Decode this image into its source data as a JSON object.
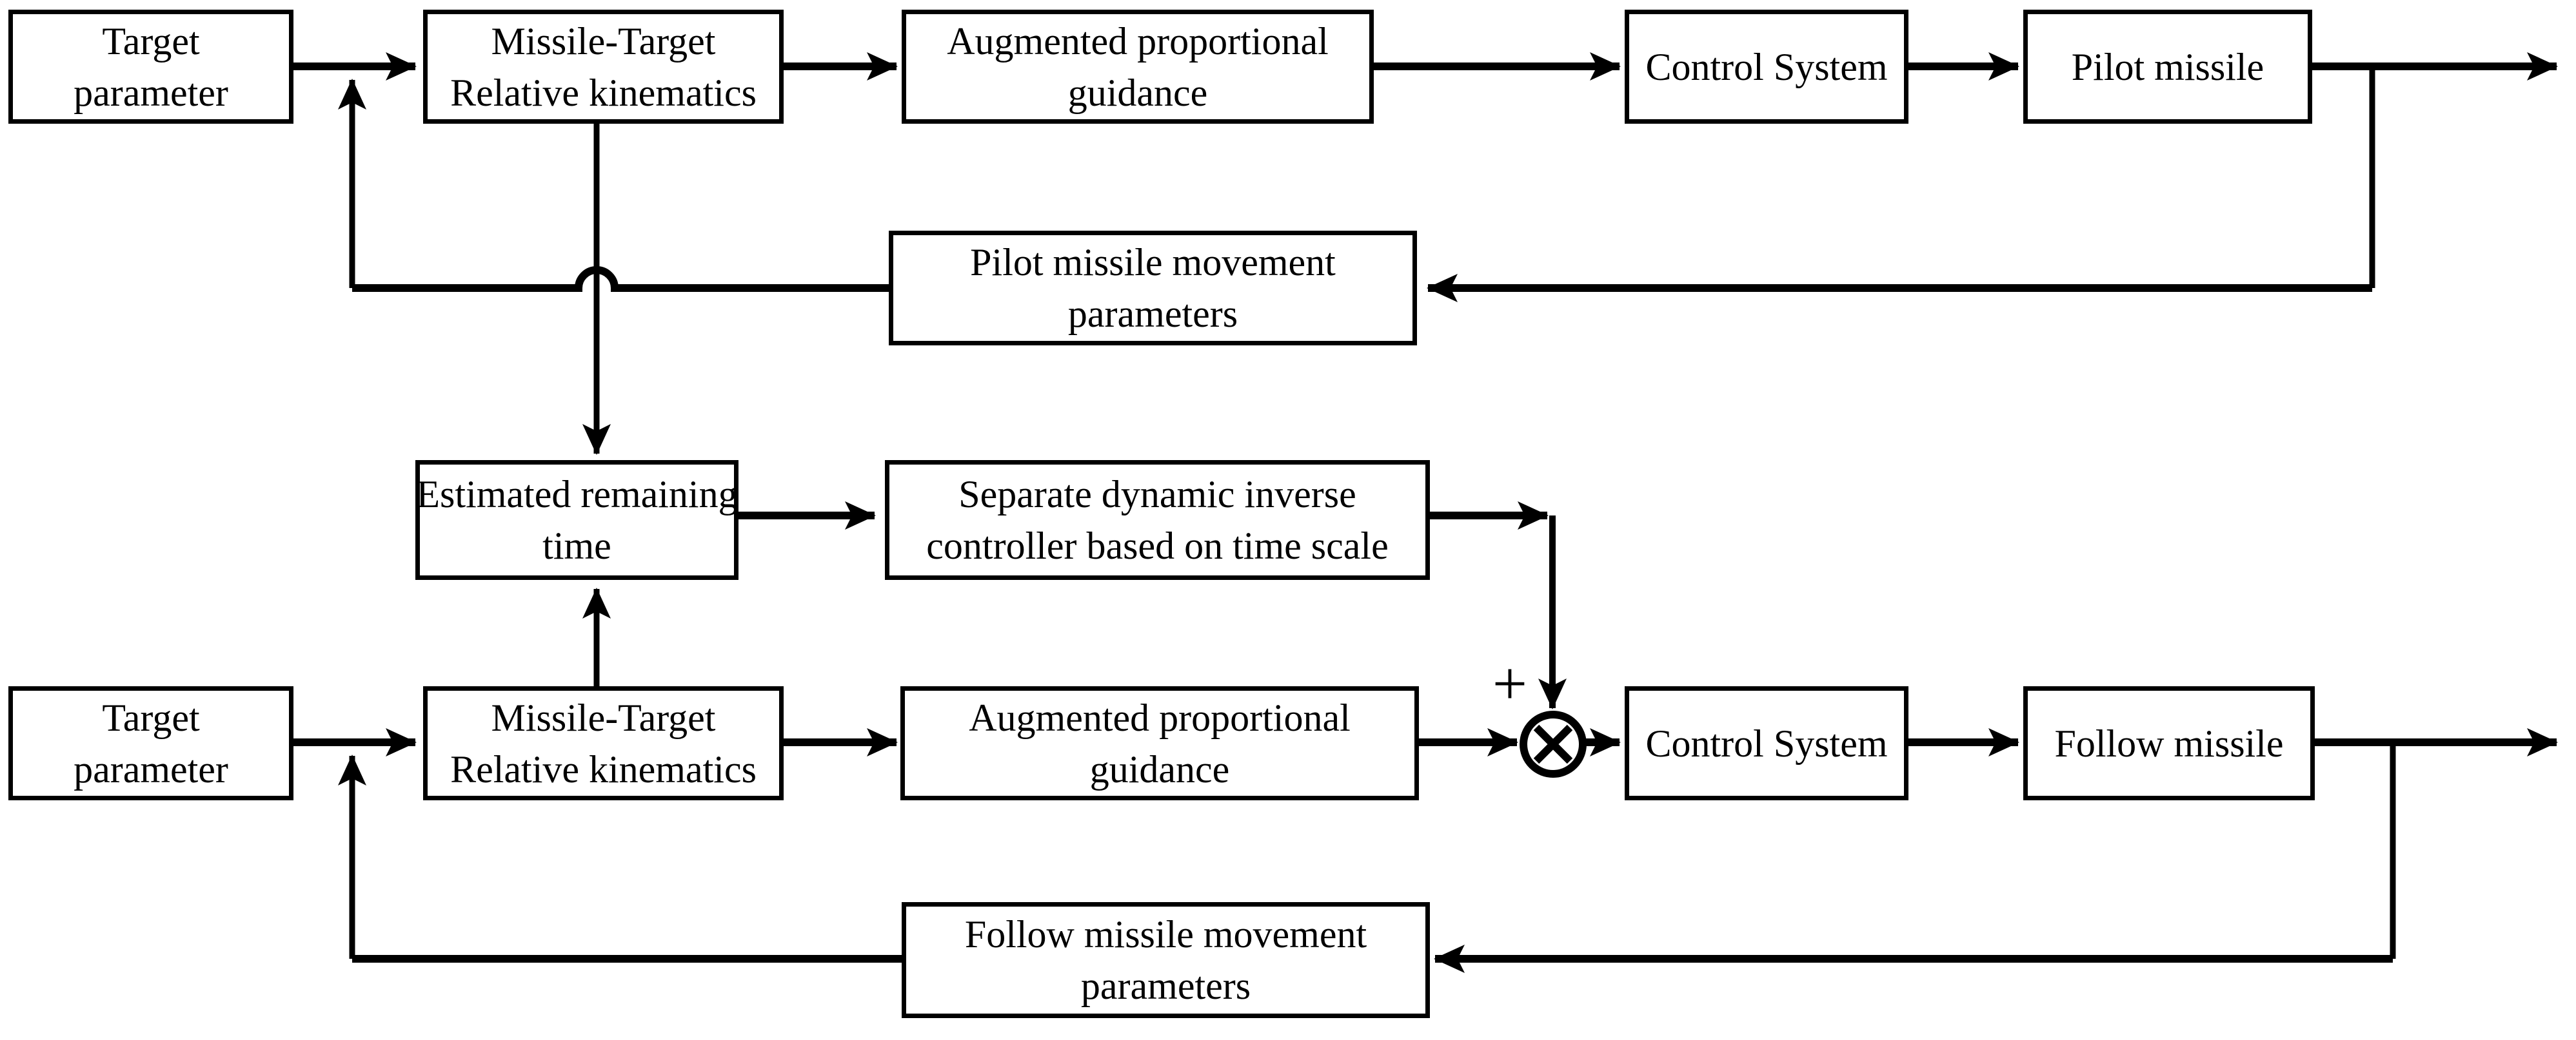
{
  "colors": {
    "background": "#ffffff",
    "stroke": "#000000",
    "text": "#000000"
  },
  "pilot_loop": {
    "target_parameter": {
      "line1": "Target",
      "line2": "parameter"
    },
    "relative_kinematics": {
      "line1": "Missile-Target",
      "line2": "Relative kinematics"
    },
    "guidance": {
      "line1": "Augmented proportional",
      "line2": "guidance"
    },
    "control_system": {
      "line1": "Control System"
    },
    "missile": {
      "line1": "Pilot missile"
    },
    "movement_params": {
      "line1": "Pilot missile movement",
      "line2": "parameters"
    }
  },
  "time_scale": {
    "remaining_time": {
      "line1": "Estimated remaining",
      "line2": "time"
    },
    "inverse_controller": {
      "line1": "Separate dynamic inverse",
      "line2": "controller based on time scale"
    }
  },
  "follow_loop": {
    "target_parameter": {
      "line1": "Target",
      "line2": "parameter"
    },
    "relative_kinematics": {
      "line1": "Missile-Target",
      "line2": "Relative kinematics"
    },
    "guidance": {
      "line1": "Augmented proportional",
      "line2": "guidance"
    },
    "summing_junction": {
      "sign": "+"
    },
    "control_system": {
      "line1": "Control System"
    },
    "missile": {
      "line1": "Follow missile"
    },
    "movement_params": {
      "line1": "Follow missile movement",
      "line2": "parameters"
    }
  }
}
